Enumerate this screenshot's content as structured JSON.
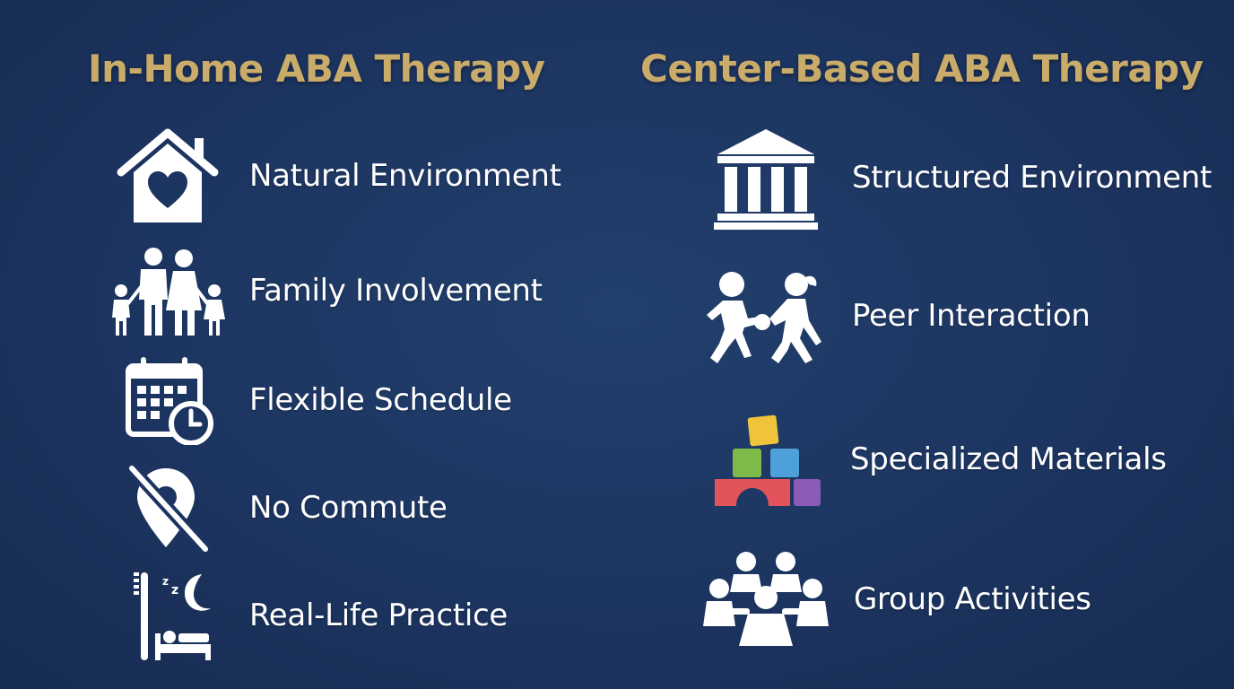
{
  "colors": {
    "background": "#1c3460",
    "heading": "#c9ab6a",
    "text": "#ffffff",
    "icon": "#ffffff"
  },
  "left_column": {
    "title": "In-Home ABA Therapy",
    "items": [
      {
        "label": "Natural Environment",
        "icon": "house-heart-icon"
      },
      {
        "label": "Family Involvement",
        "icon": "family-icon"
      },
      {
        "label": "Flexible Schedule",
        "icon": "calendar-clock-icon"
      },
      {
        "label": "No Commute",
        "icon": "no-location-icon"
      },
      {
        "label": "Real-Life Practice",
        "icon": "daily-routine-icon"
      }
    ]
  },
  "right_column": {
    "title": "Center-Based ABA Therapy",
    "items": [
      {
        "label": "Structured Environment",
        "icon": "building-columns-icon"
      },
      {
        "label": "Peer Interaction",
        "icon": "kids-playing-icon"
      },
      {
        "label": "Specialized Materials",
        "icon": "building-blocks-icon"
      },
      {
        "label": "Group Activities",
        "icon": "group-circle-icon"
      }
    ]
  }
}
